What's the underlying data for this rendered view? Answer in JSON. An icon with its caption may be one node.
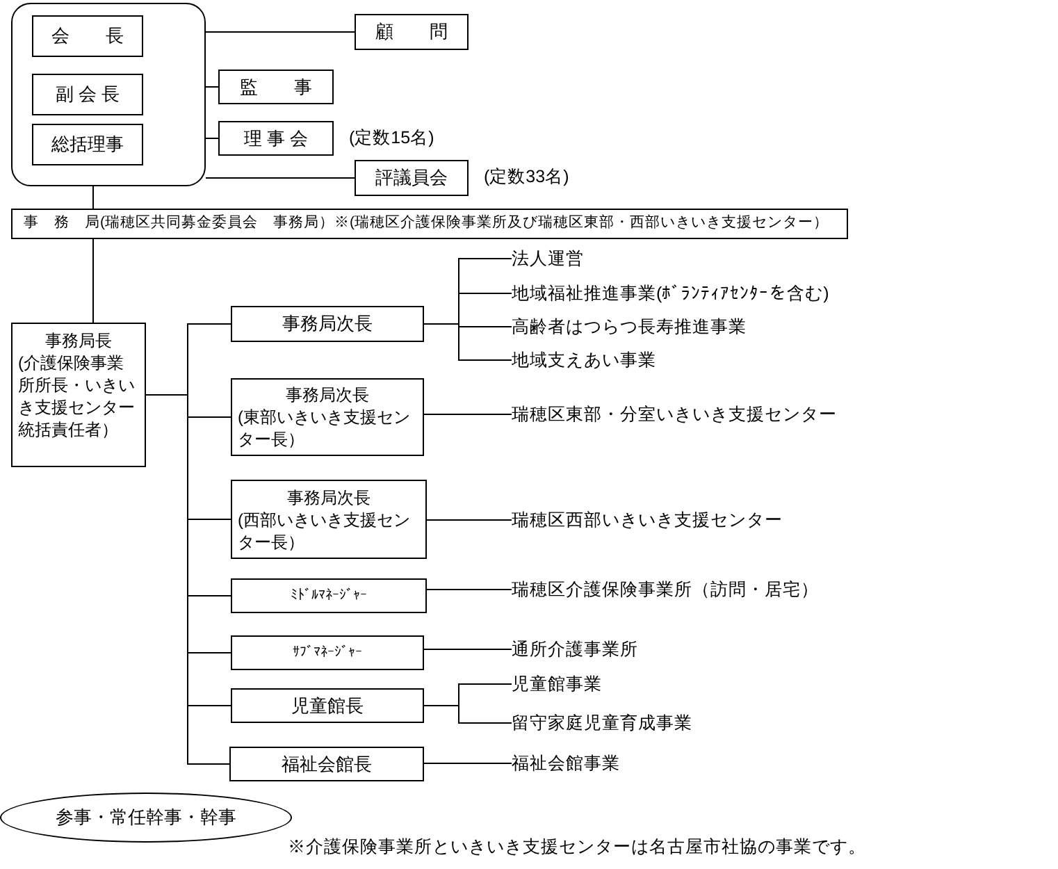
{
  "diagram": {
    "nodes": [
      {
        "text": [],
        "shape": "box"
      },
      {
        "text": [
          "会　　長"
        ],
        "in": 0
      },
      {
        "text": [
          "副 会 長"
        ],
        "in": 0
      },
      {
        "text": [
          "総括理事"
        ],
        "in": 0
      },
      {
        "text": [
          "顧　　問"
        ]
      },
      {
        "text": [
          "監　　事"
        ]
      },
      {
        "text": [
          "理 事 会"
        ],
        "beside": [
          "(定数15名)"
        ]
      },
      {
        "text": [
          "評議員会"
        ],
        "beside": [
          "(定数33名)"
        ]
      },
      {
        "text": [
          "事　務　局(瑞穂区共同募金委員会　事務局）※(瑞穂区介護保険事業所及び瑞穂区東部・西部いきいき支援センター）"
        ]
      },
      {
        "text": [
          "事務局長",
          "(介護保険事業所所長・いきいき支援センター統括責任者）"
        ]
      },
      {
        "text": [
          "事務局次長"
        ]
      },
      {
        "text": [
          "事務局次長",
          "(東部いきいき支援センター長）"
        ]
      },
      {
        "text": [
          "事務局次長",
          "(西部いきいき支援センター長）"
        ]
      },
      {
        "text": [
          "ﾐﾄﾞﾙﾏﾈｰｼﾞｬｰ"
        ]
      },
      {
        "text": [
          "ｻﾌﾞﾏﾈｰｼﾞｬｰ"
        ]
      },
      {
        "text": [
          "児童館長"
        ]
      },
      {
        "text": [
          "福祉会館長"
        ]
      },
      {
        "text": [
          "法人運営"
        ]
      },
      {
        "text": [
          "地域福祉推進事業(ﾎﾞﾗﾝﾃｨｱｾﾝﾀｰを含む)"
        ]
      },
      {
        "text": [
          "高齢者はつらつ長寿推進事業"
        ]
      },
      {
        "text": [
          "地域支えあい事業"
        ]
      },
      {
        "text": [
          "瑞穂区東部・分室いきいき支援センター"
        ]
      },
      {
        "text": [
          "瑞穂区西部いきいき支援センター"
        ]
      },
      {
        "text": [
          "瑞穂区介護保険事業所（訪問・居宅）"
        ]
      },
      {
        "text": [
          "通所介護事業所"
        ]
      },
      {
        "text": [
          "児童館事業"
        ]
      },
      {
        "text": [
          "留守家庭児童育成事業"
        ]
      },
      {
        "text": [
          "福祉会館事業"
        ]
      },
      {
        "text": [
          "参事・常任幹事・幹事"
        ]
      }
    ],
    "edges": [
      {
        "from": 0,
        "to": 4,
        "arrow": "none"
      },
      {
        "from": 0,
        "to": 5,
        "arrow": "none"
      },
      {
        "from": 0,
        "to": 6,
        "arrow": "none"
      },
      {
        "from": 0,
        "to": 7,
        "arrow": "none"
      },
      {
        "from": 0,
        "to": 8,
        "arrow": "none"
      },
      {
        "from": 8,
        "to": 9,
        "arrow": "none"
      },
      {
        "from": 9,
        "to": 10,
        "arrow": "none"
      },
      {
        "from": 9,
        "to": 11,
        "arrow": "none"
      },
      {
        "from": 9,
        "to": 12,
        "arrow": "none"
      },
      {
        "from": 9,
        "to": 13,
        "arrow": "none"
      },
      {
        "from": 9,
        "to": 14,
        "arrow": "none"
      },
      {
        "from": 9,
        "to": 15,
        "arrow": "none"
      },
      {
        "from": 9,
        "to": 16,
        "arrow": "none"
      },
      {
        "from": 10,
        "to": 17,
        "arrow": "none"
      },
      {
        "from": 10,
        "to": 18,
        "arrow": "none"
      },
      {
        "from": 10,
        "to": 19,
        "arrow": "none"
      },
      {
        "from": 10,
        "to": 20,
        "arrow": "none"
      },
      {
        "from": 11,
        "to": 21,
        "arrow": "none"
      },
      {
        "from": 12,
        "to": 22,
        "arrow": "none"
      },
      {
        "from": 13,
        "to": 23,
        "arrow": "none"
      },
      {
        "from": 14,
        "to": 24,
        "arrow": "none"
      },
      {
        "from": 15,
        "to": 25,
        "arrow": "none"
      },
      {
        "from": 15,
        "to": 26,
        "arrow": "none"
      },
      {
        "from": 16,
        "to": 27,
        "arrow": "none"
      }
    ],
    "labels": [
      "※介護保険事業所といきいき支援センターは名古屋市社協の事業です。"
    ]
  }
}
